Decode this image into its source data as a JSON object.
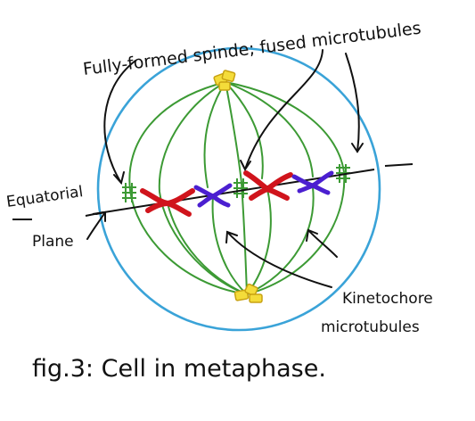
{
  "labels": {
    "spindle": "Fully-formed spinde; fused microtubules",
    "equatorial_line1": "Equatorial",
    "equatorial_line2": "Plane",
    "kinetochore_line1": "Kinetochore",
    "kinetochore_line2": "microtubules",
    "caption": "fig.3: Cell in metaphase."
  },
  "colors": {
    "cell_membrane": "#3aa3d8",
    "spindle_fiber": "#3c9a34",
    "chromosome_red": "#d0141c",
    "chromosome_blue": "#4b1fd0",
    "centrosome": "#e3c21a",
    "ink": "#111111"
  },
  "icons": {
    "centrosome_top": "centrosome-icon",
    "centrosome_bottom": "centrosome-icon"
  }
}
